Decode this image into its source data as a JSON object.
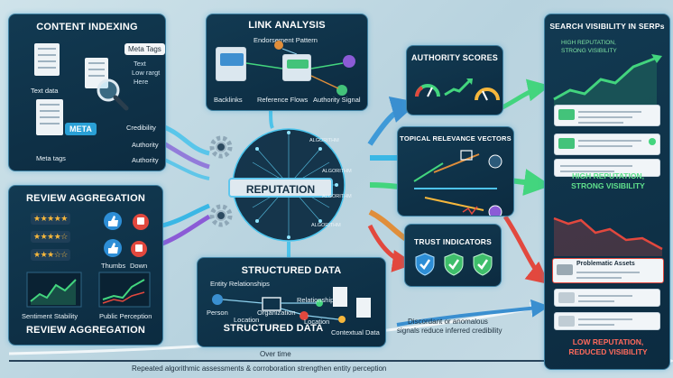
{
  "content_indexing": {
    "title": "CONTENT INDEXING",
    "meta_tags": "Meta Tags",
    "text_snippet": [
      "Text",
      "Low rargt",
      "Here"
    ],
    "text_data": "Text data",
    "meta": "META",
    "meta_tags_label": "Meta tags",
    "signals": [
      "Credibility",
      "Authority",
      "Authority"
    ]
  },
  "link_analysis": {
    "title": "LINK ANALYSIS",
    "subtitle": "Endorsement Pattern",
    "labels": [
      "Backlinks",
      "Reference Flows",
      "Authority Signal"
    ]
  },
  "authority_scores": {
    "title": "AUTHORITY SCORES"
  },
  "topical_relevance": {
    "title": "TOPICAL RELEVANCE VECTORS"
  },
  "trust_indicators": {
    "title": "TRUST INDICATORS"
  },
  "core": {
    "label": "REPUTATION",
    "algorithm_tags": [
      "ALGORITHM",
      "ALGORITHM",
      "ALGORITHM",
      "ALGORITHM"
    ]
  },
  "review_aggregation": {
    "title": "REVIEW AGGREGATION",
    "thumbs": [
      "Thumbs",
      "Down"
    ],
    "sentiment": "Sentiment Stability",
    "perception": "Public Perception",
    "footer_title": "REVIEW AGGREGATION"
  },
  "structured_data": {
    "title": "STRUCTURED DATA",
    "entity_relationships": "Entity Relationships",
    "nodes": [
      "Person",
      "Organization",
      "Relationships",
      "Location",
      "Location",
      "Contextual Data"
    ],
    "footer_title": "STRUCTURED DATA"
  },
  "serp": {
    "title": "SEARCH VISIBILITY IN SERPs",
    "high_top": [
      "HIGH REPUTATION,",
      "STRONG VISIBILITY"
    ],
    "high_mid": [
      "HIGH REPUTATION,",
      "STRONG VISIBILITY"
    ],
    "problematic": "Problematic Assets",
    "low": [
      "LOW REPUTATION,",
      "REDUCED VISIBILITY"
    ]
  },
  "discordant_note": [
    "Discordant or anomalous",
    "signals reduce inferred credibility"
  ],
  "timeline": {
    "label": "Over time",
    "caption": "Repeated algorithmic assessments & corroboration strengthen entity perception"
  },
  "colors": {
    "panel_bg": "#0f3249",
    "accent_cyan": "#35b7e6",
    "green": "#3fd07a",
    "red": "#e0463c",
    "gold": "#f6b73c"
  }
}
